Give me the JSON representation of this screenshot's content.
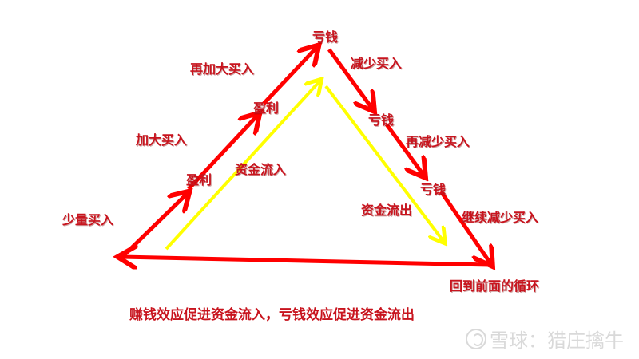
{
  "diagram": {
    "colors": {
      "red": "#ff0000",
      "yellow": "#ffff00",
      "text": "#c8141e",
      "watermark": "#d9d9d9"
    },
    "nodes": {
      "loss_top": "亏钱",
      "profit_upper": "盈利",
      "profit_lower": "盈利",
      "loss_mid": "亏钱",
      "loss_lower": "亏钱"
    },
    "actions": {
      "buy_small": "少量买入",
      "buy_more": "加大买入",
      "buy_more_again": "再加大买入",
      "buy_less": "减少买入",
      "buy_less_again": "再减少买入",
      "keep_buying_less": "继续减少买入",
      "back_to_cycle": "回到前面的循环"
    },
    "flows": {
      "inflow": "资金流入",
      "outflow": "资金流出"
    },
    "caption": "赚钱效应促进资金流入，亏钱效应促进资金流出",
    "watermark": "雪球：猎庄擒牛"
  }
}
